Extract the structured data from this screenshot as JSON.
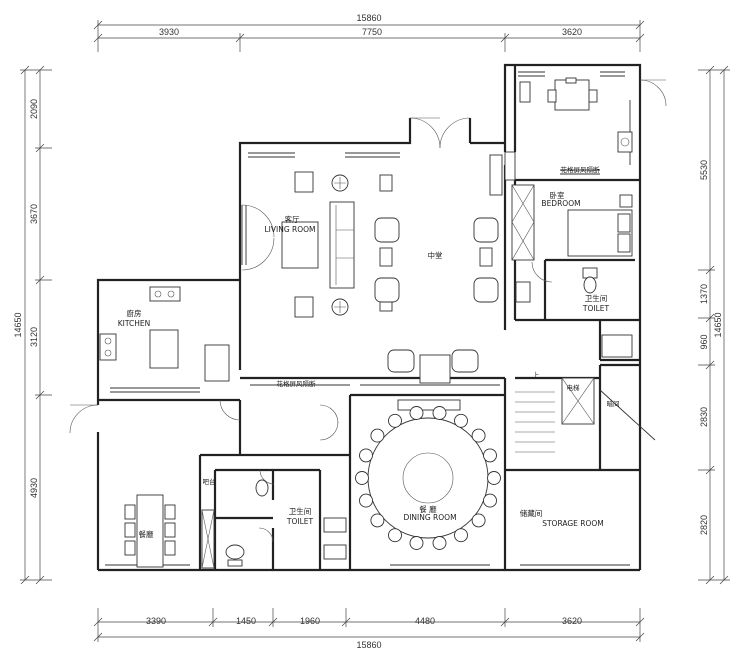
{
  "dimensions": {
    "top_total": "15860",
    "top_segments": [
      "3930",
      "7750",
      "3620"
    ],
    "bottom_total": "15860",
    "bottom_segments": [
      "3390",
      "1450",
      "1960",
      "4480",
      "3620"
    ],
    "left_total": "14650",
    "left_segments": [
      "2090",
      "3670",
      "3120",
      "4930"
    ],
    "right_total": "14650",
    "right_segments": [
      "5530",
      "1370",
      "960",
      "2830",
      "2820"
    ]
  },
  "rooms": {
    "living_cn": "客厅",
    "living_en": "LIVING ROOM",
    "hall_cn": "中堂",
    "kitchen_cn": "廚房",
    "kitchen_en": "KITCHEN",
    "bedroom_cn": "卧室",
    "bedroom_en": "BEDROOM",
    "toilet_right_cn": "卫生间",
    "toilet_right_en": "TOILET",
    "toilet_mid_cn": "卫生间",
    "toilet_mid_en": "TOILET",
    "dining_cn": "餐  廳",
    "dining_en": "DINING ROOM",
    "storage_cn": "储藏间",
    "storage_en": "STORAGE ROOM",
    "dining_left_cn": "餐廳",
    "bar_cn": "吧台",
    "screen_top_cn": "花格屏风隔断",
    "screen_mid_cn": "花格屏风隔断",
    "elevator_cn": "电梯",
    "dark_room_cn": "暗间",
    "stair_up_cn": "上"
  }
}
